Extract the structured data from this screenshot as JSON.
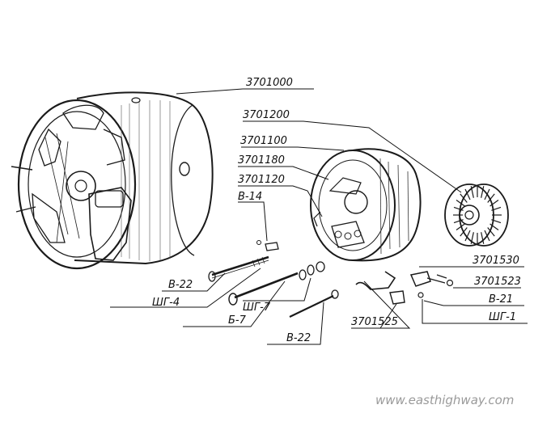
{
  "diagram": {
    "labels": {
      "generator_assembly": "3701000",
      "rotor": "3701200",
      "front_cover": "3701100",
      "cover_part_a": "3701180",
      "cover_part_b": "3701120",
      "screw_b14": "В-14",
      "screw_b22_left": "В-22",
      "washer_shg4": "ШГ-4",
      "washer_shg7": "ШГ-7",
      "bolt_b7": "Б-7",
      "screw_b22_right": "В-22",
      "brush_holder_a": "3701530",
      "brush_holder_b": "3701523",
      "screw_b21": "В-21",
      "washer_shg1": "ШГ-1",
      "bracket": "3701525"
    },
    "watermark": "www.easthighway.com"
  }
}
